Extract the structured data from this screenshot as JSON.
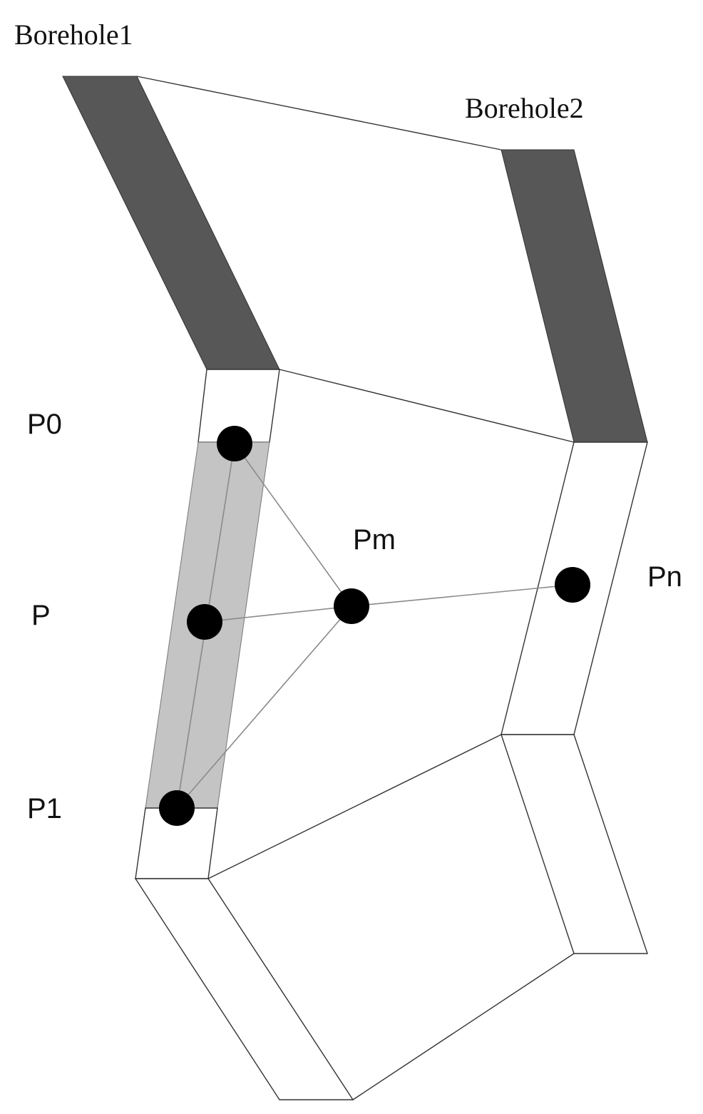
{
  "boreholes": [
    {
      "label": "Borehole1"
    },
    {
      "label": "Borehole2"
    }
  ],
  "points": [
    {
      "label": "P0"
    },
    {
      "label": "P"
    },
    {
      "label": "P1"
    },
    {
      "label": "Pm"
    },
    {
      "label": "Pn"
    }
  ],
  "colors": {
    "dark_segment": "#575757",
    "light_segment": "#c4c4c4",
    "outline": "#333333",
    "link_line": "#8a8a8a",
    "point": "#000000"
  }
}
